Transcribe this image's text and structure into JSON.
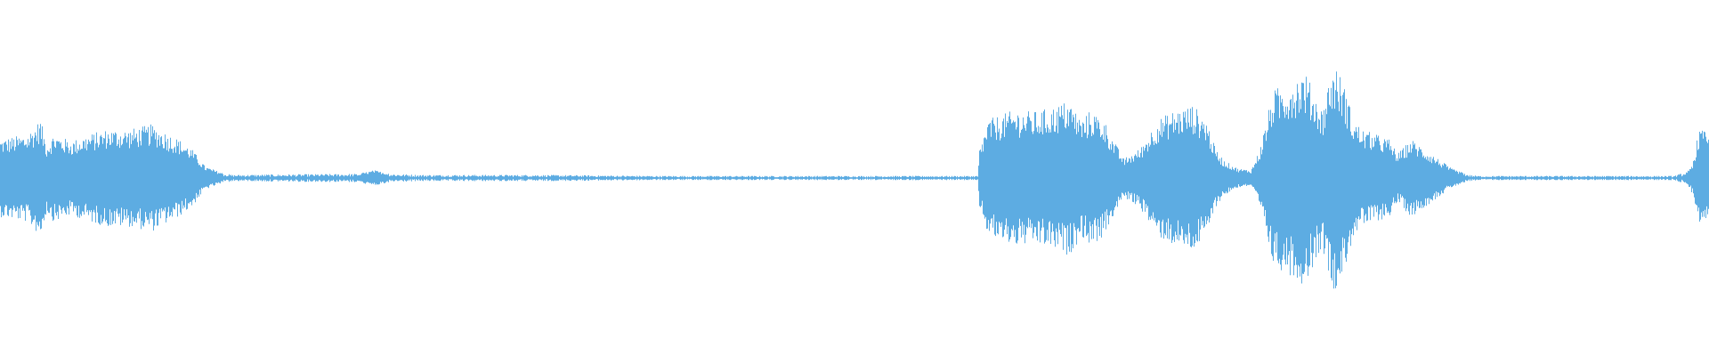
{
  "waveform": {
    "color": "#5dace2",
    "background": "#ffffff",
    "segments": [
      {
        "start": 0.0,
        "end": 0.135,
        "amplitude": 0.45
      },
      {
        "start": 0.135,
        "end": 0.573,
        "amplitude": 0.01
      },
      {
        "start": 0.573,
        "end": 0.86,
        "amplitude": 1.0
      },
      {
        "start": 0.86,
        "end": 0.985,
        "amplitude": 0.01
      },
      {
        "start": 0.985,
        "end": 1.0,
        "amplitude": 0.5
      }
    ]
  }
}
